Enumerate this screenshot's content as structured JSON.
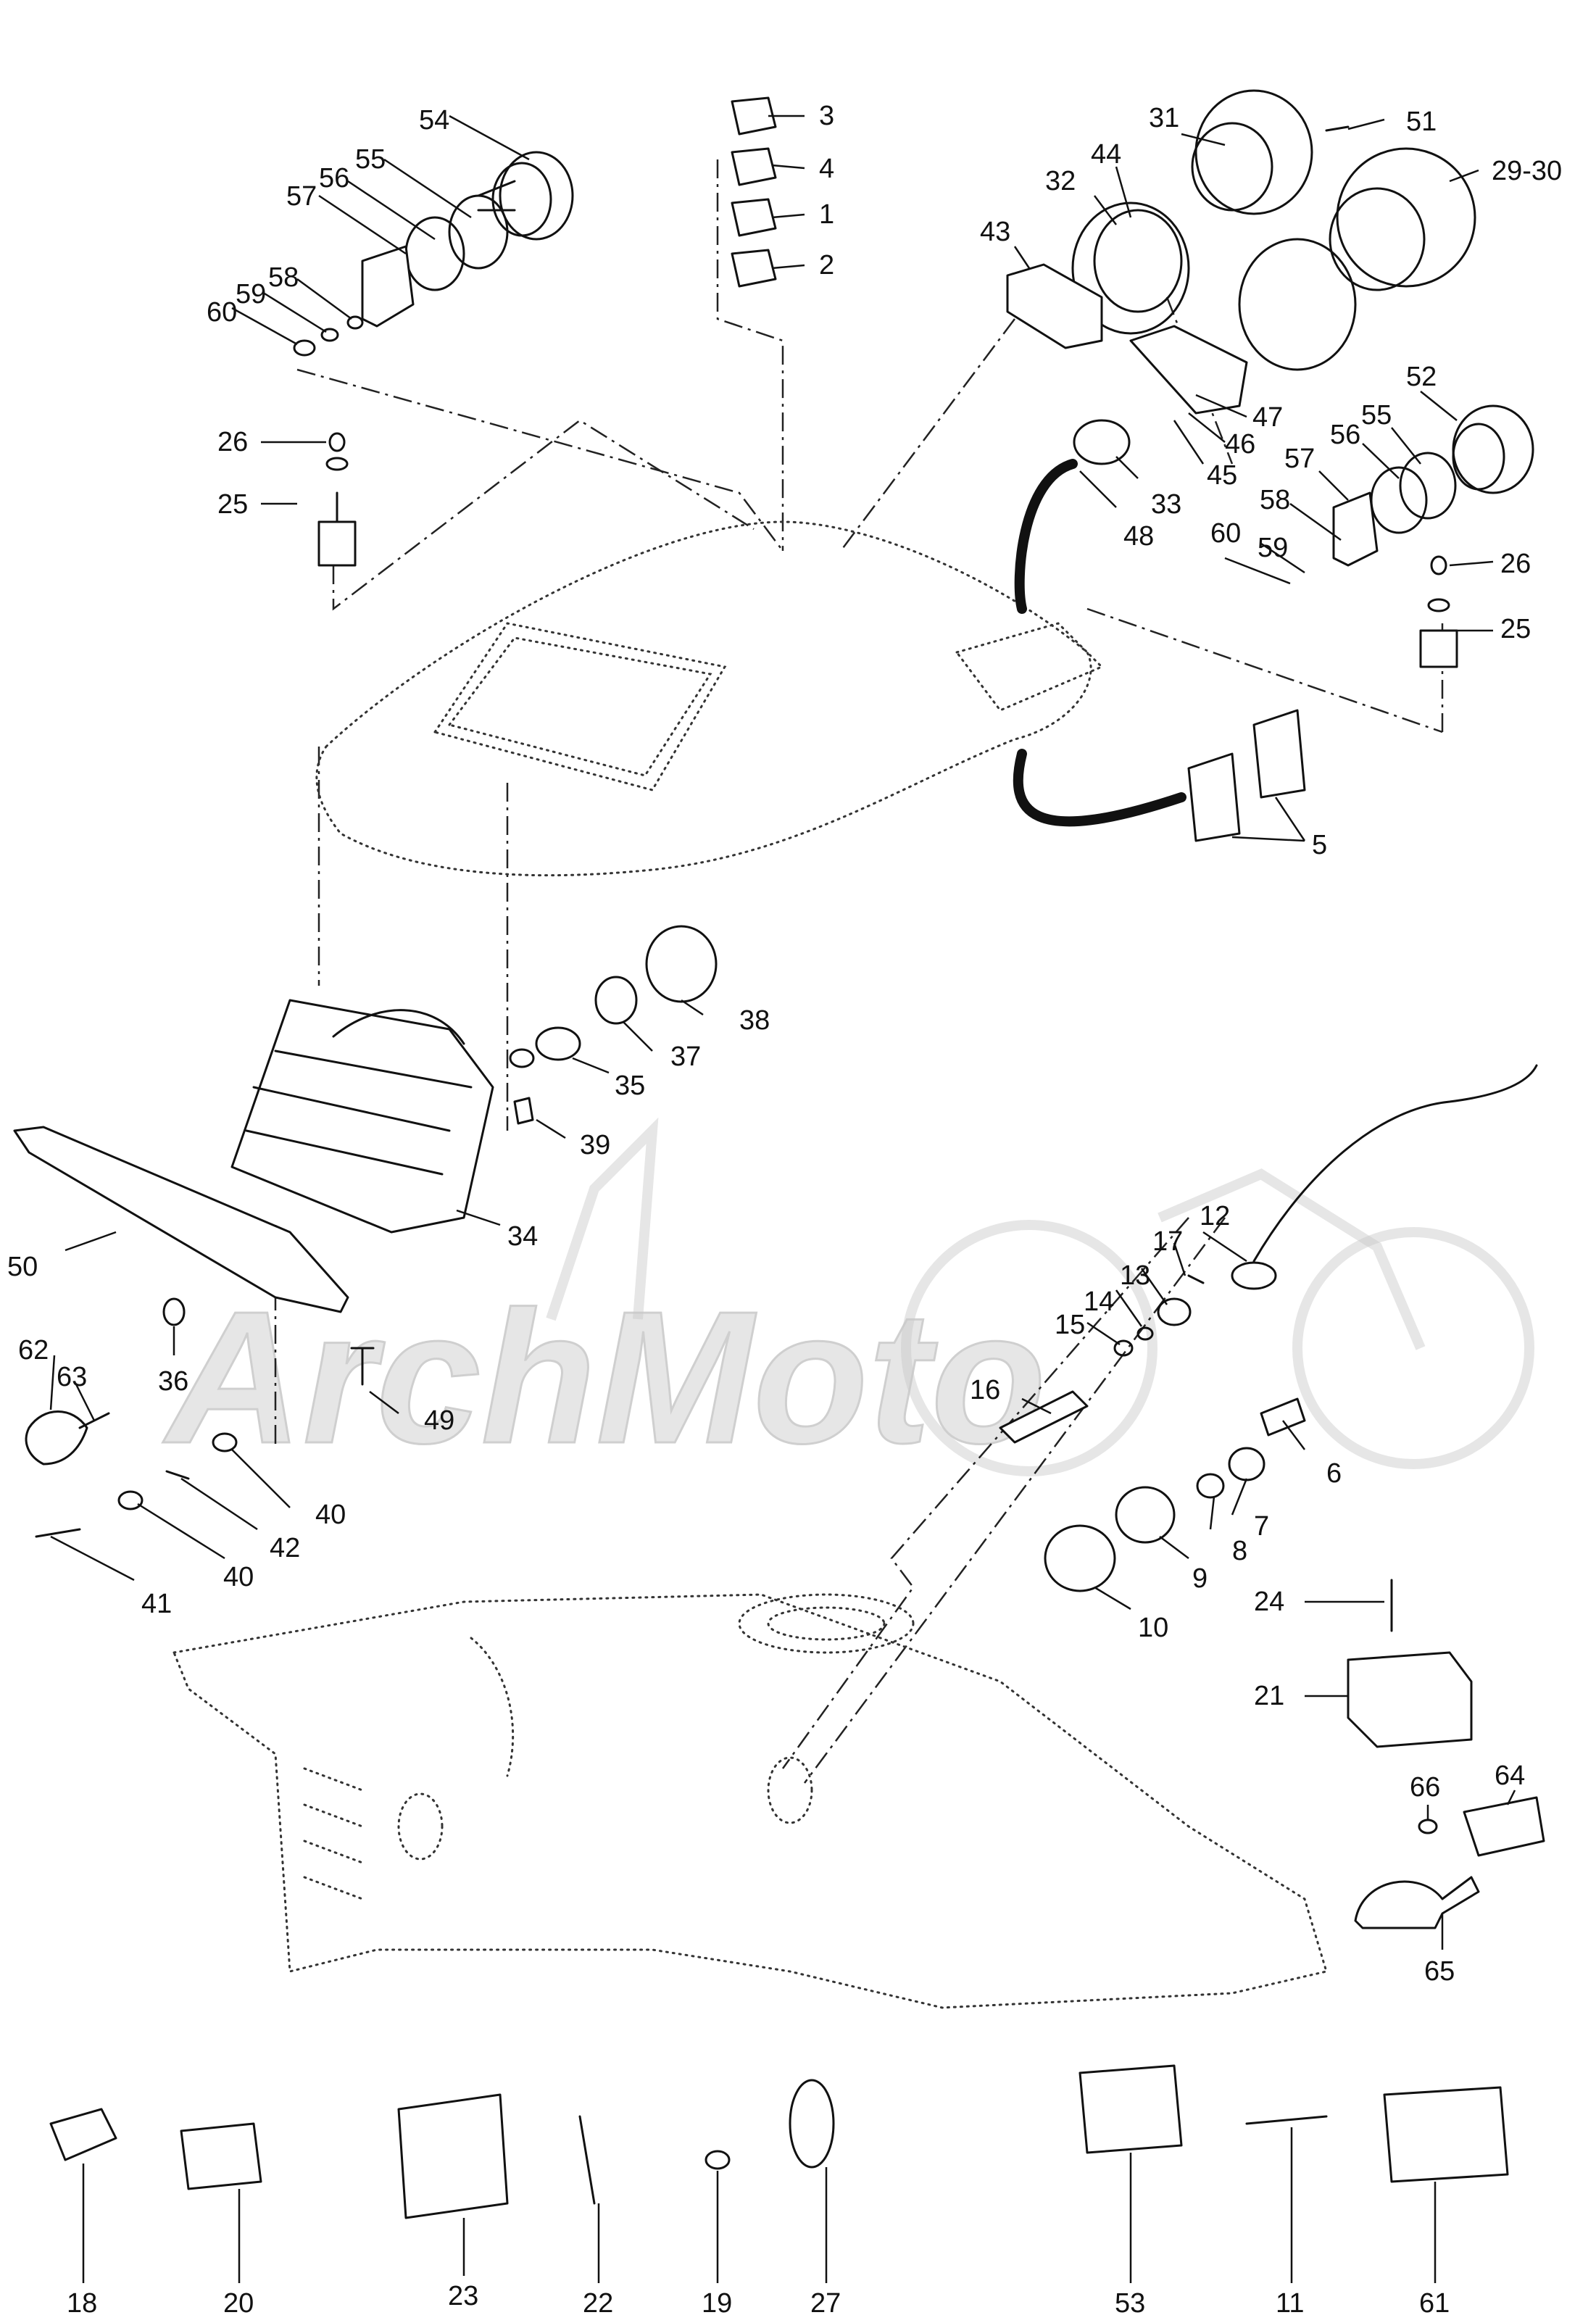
{
  "watermark": {
    "text": "ArchMoto"
  },
  "callouts": {
    "c1": "1",
    "c2": "2",
    "c3": "3",
    "c4": "4",
    "c5": "5",
    "c6": "6",
    "c7": "7",
    "c8": "8",
    "c9": "9",
    "c10": "10",
    "c11": "11",
    "c12": "12",
    "c13": "13",
    "c14": "14",
    "c15": "15",
    "c16": "16",
    "c17": "17",
    "c18": "18",
    "c19": "19",
    "c20": "20",
    "c21": "21",
    "c22": "22",
    "c23": "23",
    "c24": "24",
    "c25a": "25",
    "c25b": "25",
    "c26a": "26",
    "c26b": "26",
    "c27": "27",
    "c29_30": "29-30",
    "c31": "31",
    "c32": "32",
    "c33": "33",
    "c34": "34",
    "c35": "35",
    "c36": "36",
    "c37": "37",
    "c38": "38",
    "c39": "39",
    "c40a": "40",
    "c40b": "40",
    "c41": "41",
    "c42": "42",
    "c43": "43",
    "c44": "44",
    "c45": "45",
    "c46": "46",
    "c47": "47",
    "c48": "48",
    "c49": "49",
    "c50": "50",
    "c51": "51",
    "c52": "52",
    "c53": "53",
    "c54": "54",
    "c55a": "55",
    "c55b": "55",
    "c56a": "56",
    "c56b": "56",
    "c57a": "57",
    "c57b": "57",
    "c58a": "58",
    "c58b": "58",
    "c59a": "59",
    "c59b": "59",
    "c60a": "60",
    "c60b": "60",
    "c61": "61",
    "c62": "62",
    "c63": "63",
    "c64": "64",
    "c65": "65",
    "c66": "66"
  }
}
